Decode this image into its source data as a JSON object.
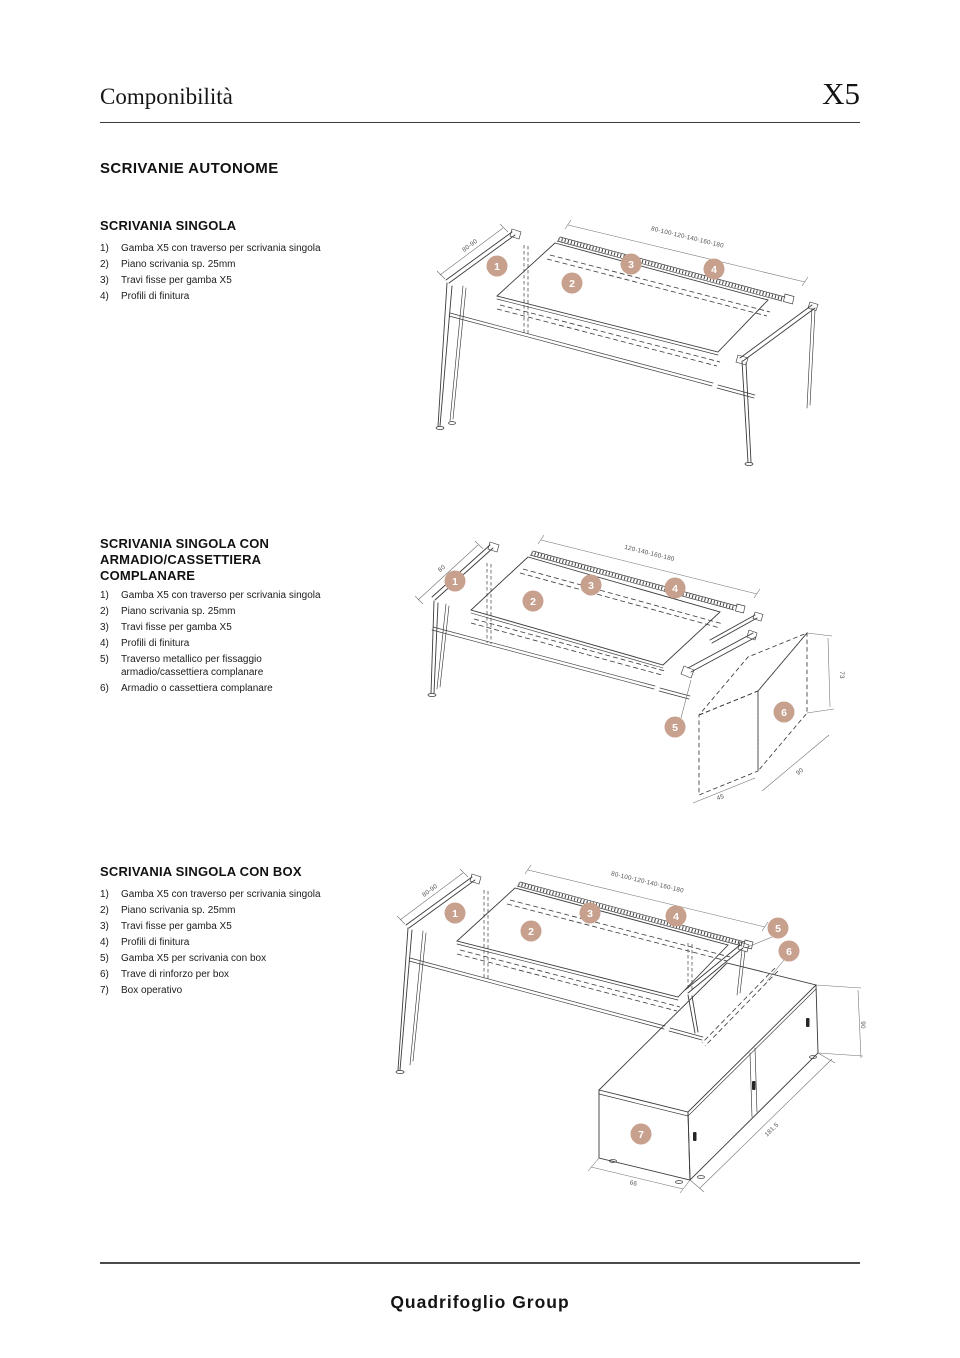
{
  "header": {
    "doc_title": "Componibilità",
    "product_code": "X5"
  },
  "page_heading": "SCRIVANIE AUTONOME",
  "footer": {
    "brand": "Quadrifoglio Group"
  },
  "colors": {
    "callout": "#c7a08e",
    "line": "#3a3a3a"
  },
  "sections": [
    {
      "title_lines": [
        "SCRIVANIA SINGOLA"
      ],
      "items": [
        {
          "num": "1)",
          "text": "Gamba X5 con traverso per scrivania singola"
        },
        {
          "num": "2)",
          "text": "Piano scrivania sp. 25mm"
        },
        {
          "num": "3)",
          "text": "Travi fisse per gamba X5"
        },
        {
          "num": "4)",
          "text": "Profili di finitura"
        }
      ],
      "diagram": {
        "dim_top": "80-100-120-140-160-180",
        "dim_left": "80-90",
        "callouts": [
          "1",
          "2",
          "3",
          "4"
        ]
      }
    },
    {
      "title_lines": [
        "SCRIVANIA SINGOLA CON",
        "ARMADIO/CASSETTIERA",
        "COMPLANARE"
      ],
      "items": [
        {
          "num": "1)",
          "text": "Gamba X5 con traverso per scrivania singola"
        },
        {
          "num": "2)",
          "text": "Piano scrivania sp. 25mm"
        },
        {
          "num": "3)",
          "text": "Travi fisse per gamba X5"
        },
        {
          "num": "4)",
          "text": "Profili di finitura"
        },
        {
          "num": "5)",
          "text": "Traverso metallico per fissaggio armadio/cassettiera complanare"
        },
        {
          "num": "6)",
          "text": "Armadio o cassettiera complanare"
        }
      ],
      "diagram": {
        "dim_top": "120-140-160-180",
        "dim_left": "80",
        "dim_height": "73",
        "dim_depth": "45",
        "dim_width": "90",
        "callouts": [
          "1",
          "2",
          "3",
          "4",
          "5",
          "6"
        ]
      }
    },
    {
      "title_lines": [
        "SCRIVANIA SINGOLA CON BOX"
      ],
      "items": [
        {
          "num": "1)",
          "text": "Gamba X5 con traverso per scrivania singola"
        },
        {
          "num": "2)",
          "text": "Piano scrivania sp. 25mm"
        },
        {
          "num": "3)",
          "text": "Travi fisse per gamba X5"
        },
        {
          "num": "4)",
          "text": "Profili di finitura"
        },
        {
          "num": "5)",
          "text": "Gamba X5 per scrivania con box"
        },
        {
          "num": "6)",
          "text": "Trave di rinforzo per box"
        },
        {
          "num": "7)",
          "text": "Box operativo"
        }
      ],
      "diagram": {
        "dim_top": "80-100-120-140-160-180",
        "dim_left": "80-90",
        "dim_height": "90",
        "dim_depth": "66",
        "dim_width": "181.5",
        "callouts": [
          "1",
          "2",
          "3",
          "4",
          "5",
          "6",
          "7"
        ]
      }
    }
  ]
}
